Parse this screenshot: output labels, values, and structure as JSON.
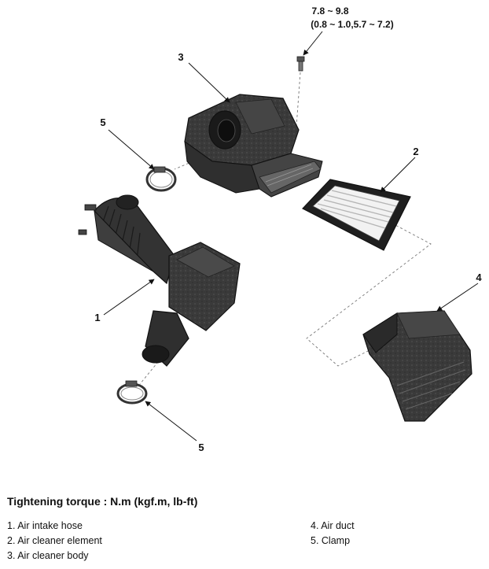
{
  "diagram": {
    "torque_spec": {
      "line1": "7.8 ~ 9.8",
      "line2": "(0.8 ~ 1.0,5.7 ~ 7.2)"
    },
    "callouts": {
      "hose": "1",
      "element": "2",
      "body": "3",
      "duct": "4",
      "clamp_upper": "5",
      "clamp_lower": "5"
    },
    "colors": {
      "part_dark": "#2a2a2a",
      "part_mid": "#4a4a4a",
      "part_light": "#777777",
      "filter_pleat": "#e6e6e6"
    }
  },
  "torque_title": "Tightening torque : N.m (kgf.m, lb-ft)",
  "legend": {
    "left": [
      "1. Air intake hose",
      "2. Air cleaner element",
      "3. Air cleaner body"
    ],
    "right": [
      "4. Air duct",
      "5. Clamp"
    ]
  }
}
